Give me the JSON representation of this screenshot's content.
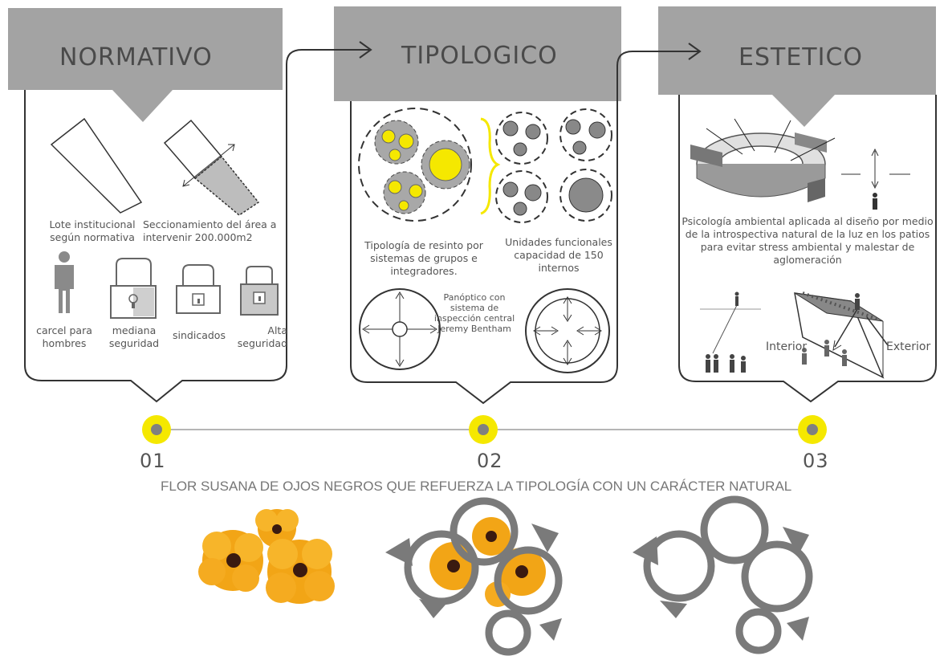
{
  "stages": [
    {
      "title": "NORMATIVO",
      "number": "01",
      "labels": {
        "lote": "Lote institucional según normativa",
        "seccionamiento": "Seccionamiento del área a intervenir 200.000m2",
        "carcel": "carcel para hombres",
        "mediana": "mediana seguridad",
        "sindicados": "sindicados",
        "alta": "Alta seguridad"
      }
    },
    {
      "title": "TIPOLOGICO",
      "number": "02",
      "labels": {
        "resinto": "Tipología de resinto por sistemas de grupos e integradores.",
        "unidades": "Unidades funcionales capacidad de 150 internos",
        "panoptico": "Panóptico con sistema de inspección central Jeremy Bentham"
      }
    },
    {
      "title": "ESTETICO",
      "number": "03",
      "labels": {
        "psicologia": "Psicología ambiental aplicada al diseño por medio de la introspectiva natural de la luz en los patios para evitar stress ambiental y malestar de aglomeración",
        "interior": "Interior",
        "exterior": "Exterior"
      }
    }
  ],
  "caption": "FLOR SUSANA DE OJOS NEGROS QUE REFUERZA LA TIPOLOGÍA CON UN CARÁCTER NATURAL",
  "colors": {
    "header_gray": "#a3a3a3",
    "accent_yellow": "#f5e800",
    "flower_orange": "#f2a516",
    "ring_gray": "#7a7a7a"
  }
}
